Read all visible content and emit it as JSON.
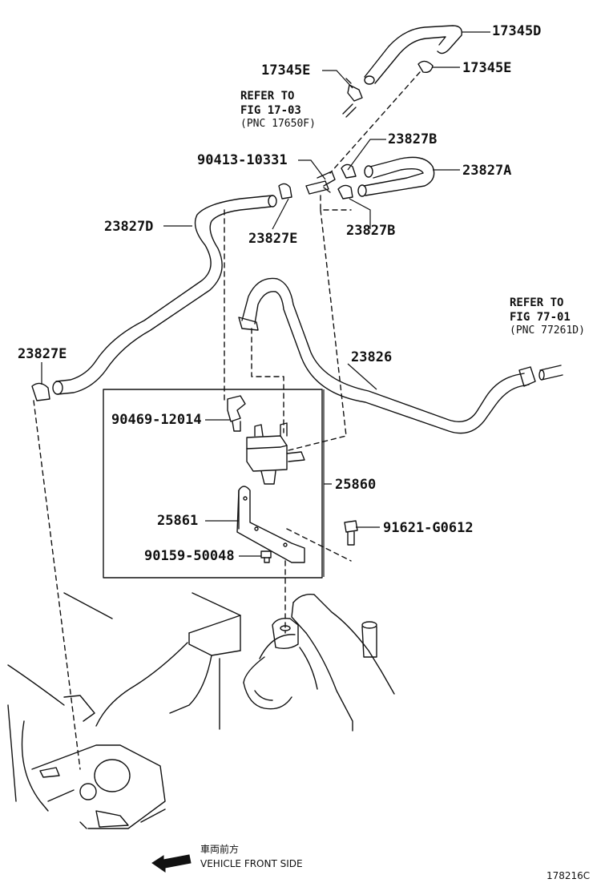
{
  "parts": {
    "p17345D": "17345D",
    "p17345E_left": "17345E",
    "p17345E_right": "17345E",
    "p23827B_top": "23827B",
    "p23827A": "23827A",
    "p90413": "90413-10331",
    "p23827D": "23827D",
    "p23827E_mid": "23827E",
    "p23827B_bottom": "23827B",
    "p23827E_left": "23827E",
    "p23826": "23826",
    "p90469": "90469-12014",
    "p25860": "25860",
    "p25861": "25861",
    "p91621": "91621-G0612",
    "p90159": "90159-50048"
  },
  "notes": {
    "refer1": {
      "line1": "REFER TO",
      "line2": "FIG 17-03",
      "line3": "(PNC 17650F)"
    },
    "refer2": {
      "line1": "REFER TO",
      "line2": "FIG 77-01",
      "line3": "(PNC 77261D)"
    }
  },
  "footer": {
    "direction_jp": "車両前方",
    "direction_en": "VEHICLE FRONT SIDE",
    "diagram_id": "178216C"
  },
  "icons": {
    "front_arrow": "arrow-left-icon"
  }
}
